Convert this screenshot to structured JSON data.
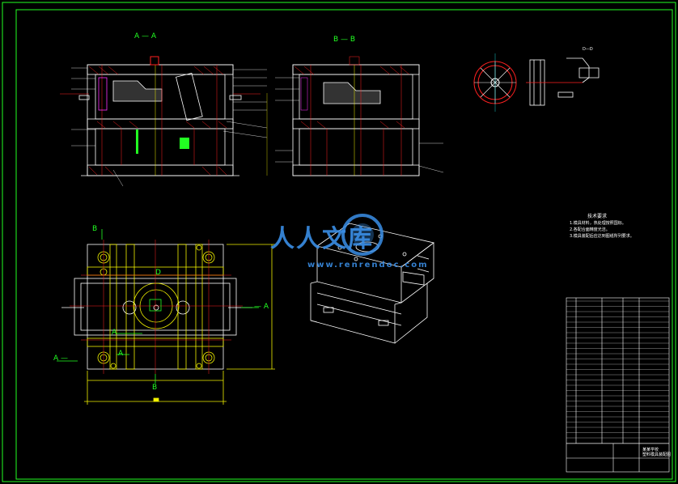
{
  "sheet": {
    "background": "#000000",
    "frame_color": "#22ff22",
    "line_colors": {
      "outline": "#ffffff",
      "yellow": "#f2f200",
      "red": "#ff2020",
      "cyan": "#22ffff",
      "green": "#22ff22",
      "magenta": "#ff30ff"
    }
  },
  "views": {
    "section_aa_label": "A — A",
    "section_bb_label": "B — B",
    "plan_marker_b_top": "B",
    "plan_marker_b_bottom": "B",
    "plan_marker_a_left": "A —",
    "plan_marker_a_right": "— A",
    "plan_inner_a1": "A",
    "plan_inner_a2": "A",
    "plan_inner_d": "D",
    "detail_label": "D—D"
  },
  "tech_requirements": {
    "title": "技术要求",
    "lines": [
      "1.模具材料，热处理按照国标。",
      "2.各配合面精度光洁。",
      "3.模具装配后应达到图纸所列要求。"
    ]
  },
  "watermark": {
    "text": "人人文库",
    "url": "www.renrendoc.com",
    "color": "#3a8ee6"
  },
  "title_block": {
    "company": "某某学校",
    "drawing_name": "塑料模具装配图"
  }
}
